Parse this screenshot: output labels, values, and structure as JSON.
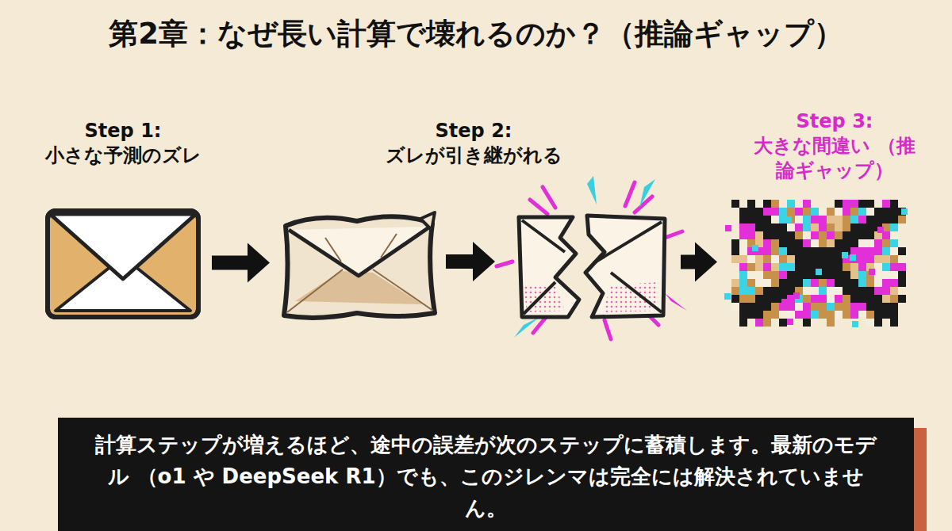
{
  "diagram": {
    "title": "第2章：なぜ長い計算で壊れるのか？（推論ギャップ）",
    "caption": "計算ステップが増えるほど、途中の誤差が次のステップに蓄積します。最新のモデル （o1 や DeepSeek R1）でも、このジレンマは完全には解決されていません。",
    "nodes": [
      {
        "text": [
          "Step 1:",
          "小さな予測のズレ"
        ]
      },
      {
        "text": [
          "Step 2:",
          "ズレが引き継がれる"
        ]
      },
      {
        "text": [
          "Step 3:",
          "大きな間違い （推論ギャップ）"
        ]
      }
    ],
    "edges": [
      {
        "from": 0,
        "to": 1,
        "arrow": "to"
      },
      {
        "from": 1,
        "to": 2,
        "arrow": "to"
      }
    ]
  }
}
